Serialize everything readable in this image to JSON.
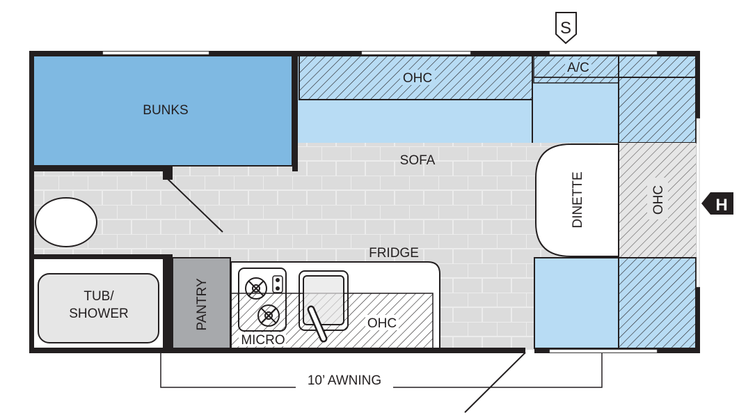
{
  "labels": {
    "bunks": "BUNKS",
    "ohc_top": "OHC",
    "ac": "A/C",
    "sofa": "SOFA",
    "dinette": "DINETTE",
    "ohc_right": "OHC",
    "fridge": "FRIDGE",
    "tub_line1": "TUB/",
    "tub_line2": "SHOWER",
    "pantry": "PANTRY",
    "micro": "MICRO",
    "ohc_kitchen": "OHC",
    "awning": "10’ AWNING"
  },
  "markers": {
    "street_side": "S",
    "hitch": "H"
  },
  "colors": {
    "wall": "#231f20",
    "bunks": "#7fb9e2",
    "light_blue": "#b8dcf4",
    "floor": "#dcdcdc",
    "pantry": "#a7a9ac"
  }
}
